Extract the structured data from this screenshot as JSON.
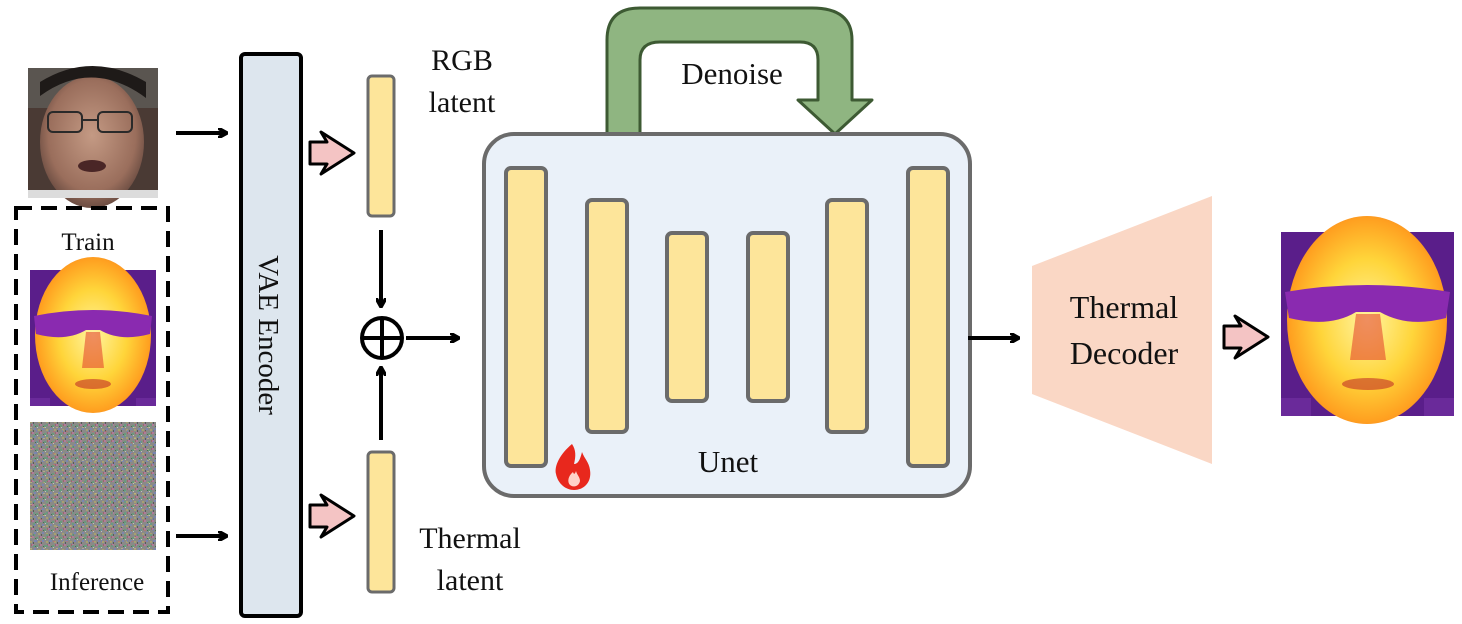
{
  "labels": {
    "train": "Train",
    "inference": "Inference",
    "vae_encoder": "VAE Encoder",
    "rgb_latent_line1": "RGB",
    "rgb_latent_line2": "latent",
    "thermal_latent_line1": "Thermal",
    "thermal_latent_line2": "latent",
    "denoise": "Denoise",
    "unet": "Unet",
    "thermal_decoder_line1": "Thermal",
    "thermal_decoder_line2": "Decoder"
  },
  "colors": {
    "encoder_fill": "#dde6ee",
    "latent_fill": "#fde59a",
    "latent_stroke": "#6b6b6b",
    "unet_fill": "#eaf1f9",
    "unet_stroke": "#6b6b6b",
    "denoise_arrow": "#8fb581",
    "denoise_stroke": "#3d5a33",
    "decoder_fill": "#fad7c5",
    "fast_arrow_fill": "#f4c4c4",
    "fire": "#e8281d"
  },
  "icons": {
    "trainable": "fire-icon",
    "concat": "circled-plus-icon",
    "rgb_face": "rgb-face-image",
    "thermal_face": "thermal-face-image",
    "noise": "gaussian-noise-image",
    "output": "generated-thermal-image"
  }
}
